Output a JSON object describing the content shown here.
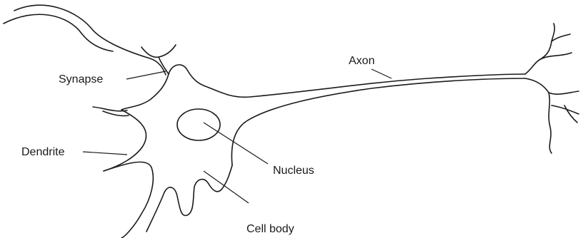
{
  "labels": {
    "synapse": "Synapse",
    "dendrite": "Dendrite",
    "axon": "Axon",
    "nucleus": "Nucleus",
    "cell_body": "Cell body"
  },
  "colors": {
    "line": "#1a1a1a",
    "background": "#ffffff"
  }
}
